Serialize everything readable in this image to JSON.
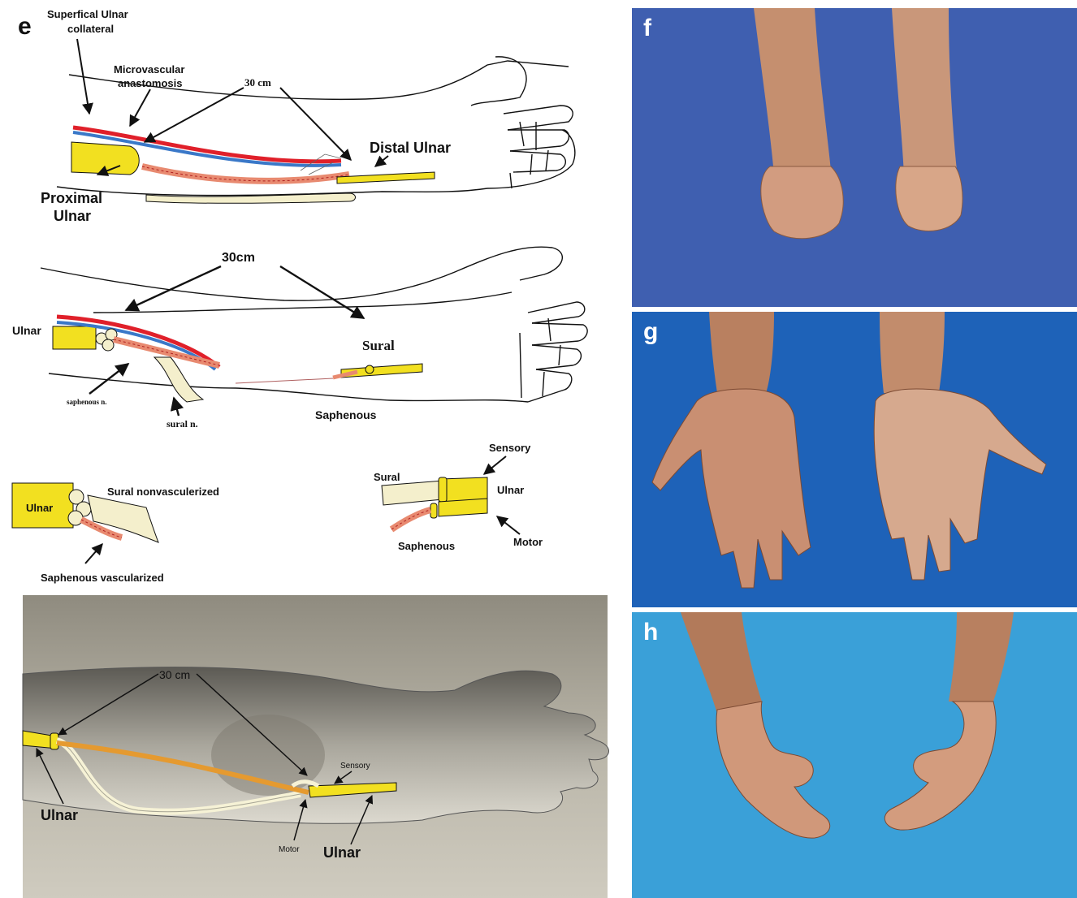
{
  "panel_e": {
    "letter": "e",
    "top": {
      "superficial_ulnar_collateral": [
        "Superfical Ulnar",
        "collateral"
      ],
      "microvascular_anastomosis": [
        "Microvascular",
        "anastomosis"
      ],
      "length": "30 cm",
      "distal_ulnar": "Distal Ulnar",
      "proximal_ulnar": [
        "Proximal",
        "Ulnar"
      ]
    },
    "middle": {
      "length": "30cm",
      "ulnar": "Ulnar",
      "sural": "Sural",
      "saphenous_n": "saphenous n.",
      "sural_n": "sural n.",
      "saphenous": "Saphenous"
    },
    "detail_left": {
      "ulnar": "Ulnar",
      "sural_nonvascularized": "Sural nonvasculerized",
      "saphenous_vascularized": "Saphenous vascularized"
    },
    "detail_right": {
      "sensory": "Sensory",
      "sural": "Sural",
      "ulnar": "Ulnar",
      "motor": "Motor",
      "saphenous": "Saphenous"
    },
    "photo": {
      "length": "30 cm",
      "sensory": "Sensory",
      "ulnar_left": "Ulnar",
      "motor": "Motor",
      "ulnar_right": "Ulnar"
    }
  },
  "panel_f": {
    "letter": "f"
  },
  "panel_g": {
    "letter": "g"
  },
  "panel_h": {
    "letter": "h"
  },
  "colors": {
    "nerve_yellow": "#f2e020",
    "artery_red": "#e0202a",
    "vein_blue": "#3a78c8",
    "graft_cream": "#f4efcc",
    "drape_blue_f": "#3f5fb0",
    "drape_blue_g": "#1e62b8",
    "drape_blue_h": "#3aa0d8",
    "skin": "#d8a688"
  }
}
